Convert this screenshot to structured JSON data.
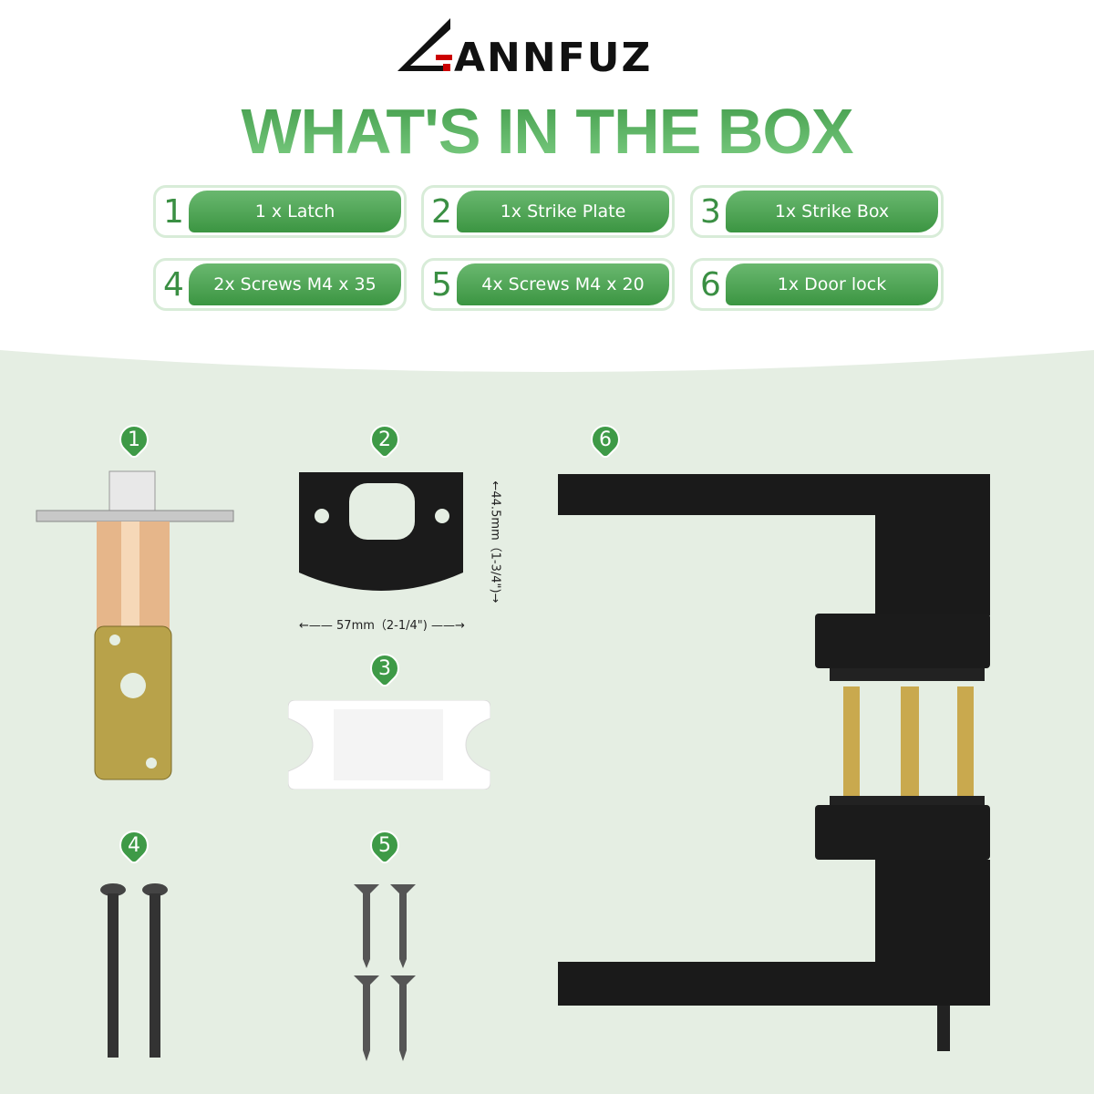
{
  "brand": "ANNFUZ",
  "title": "WHAT'S IN THE BOX",
  "items": [
    {
      "num": "1",
      "label": "1 x Latch"
    },
    {
      "num": "2",
      "label": "1x Strike Plate"
    },
    {
      "num": "3",
      "label": "1x Strike Box"
    },
    {
      "num": "4",
      "label": "2x Screws M4 x 35"
    },
    {
      "num": "5",
      "label": "4x Screws M4 x 20"
    },
    {
      "num": "6",
      "label": "1x Door lock"
    }
  ],
  "dimensions": {
    "width": "57mm（2-1/4\")",
    "height": "44.5mm（1-3/4\")"
  },
  "colors": {
    "accent": "#3e9a47",
    "background": "#e5eee3"
  }
}
